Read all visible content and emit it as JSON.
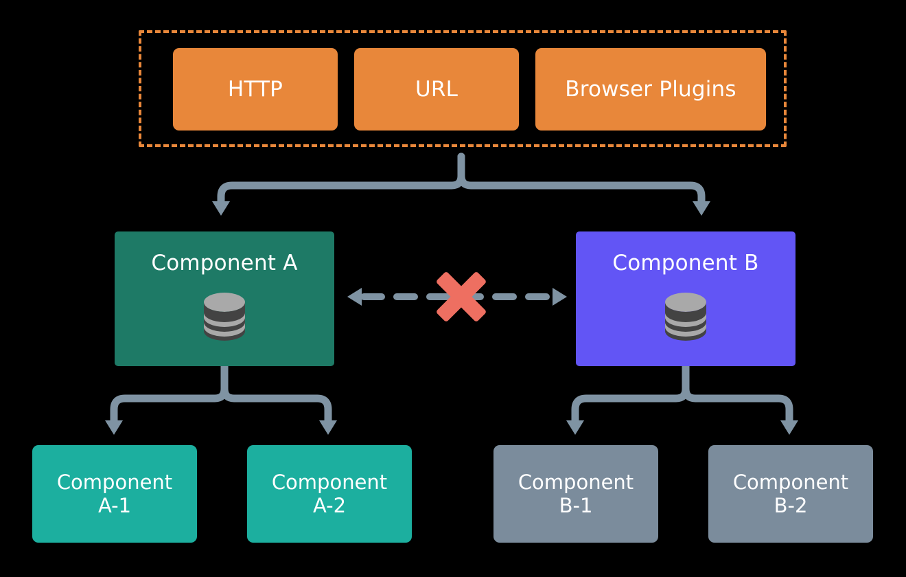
{
  "diagram": {
    "title": "Component isolation architecture diagram",
    "background_color": "#000000",
    "colors": {
      "frame_dashed": "#E8873A",
      "api_box": "#E8873A",
      "component_a": "#1E7A66",
      "component_b": "#6255F5",
      "leaf_a": "#1CAF9F",
      "leaf_b": "#7B8C9C",
      "connector": "#7F93A3",
      "blocked_marker": "#EE6F61",
      "label_text": "#FFFFFF",
      "db_icon_top": "#A9A9A9",
      "db_icon_body": "#434343"
    }
  },
  "interface_group": {
    "name": "interface-layer",
    "boxes": [
      {
        "id": "http",
        "label": "HTTP"
      },
      {
        "id": "url",
        "label": "URL"
      },
      {
        "id": "browser-plugins",
        "label": "Browser Plugins"
      }
    ]
  },
  "components": [
    {
      "id": "component-a",
      "label": "Component A",
      "icon": "database-icon",
      "children": [
        {
          "id": "component-a-1",
          "line1": "Component",
          "line2": "A-1"
        },
        {
          "id": "component-a-2",
          "line1": "Component",
          "line2": "A-2"
        }
      ]
    },
    {
      "id": "component-b",
      "label": "Component B",
      "icon": "database-icon",
      "children": [
        {
          "id": "component-b-1",
          "line1": "Component",
          "line2": "B-1"
        },
        {
          "id": "component-b-2",
          "line1": "Component",
          "line2": "B-2"
        }
      ]
    }
  ],
  "relations": {
    "blocked_link": {
      "id": "blocked-communication",
      "marker": "x-mark",
      "direction": "bidirectional",
      "style": "dashed"
    },
    "fork_top": {
      "id": "interface-to-components",
      "style": "solid"
    },
    "fork_a": {
      "id": "component-a-to-children",
      "style": "solid"
    },
    "fork_b": {
      "id": "component-b-to-children",
      "style": "solid"
    }
  }
}
